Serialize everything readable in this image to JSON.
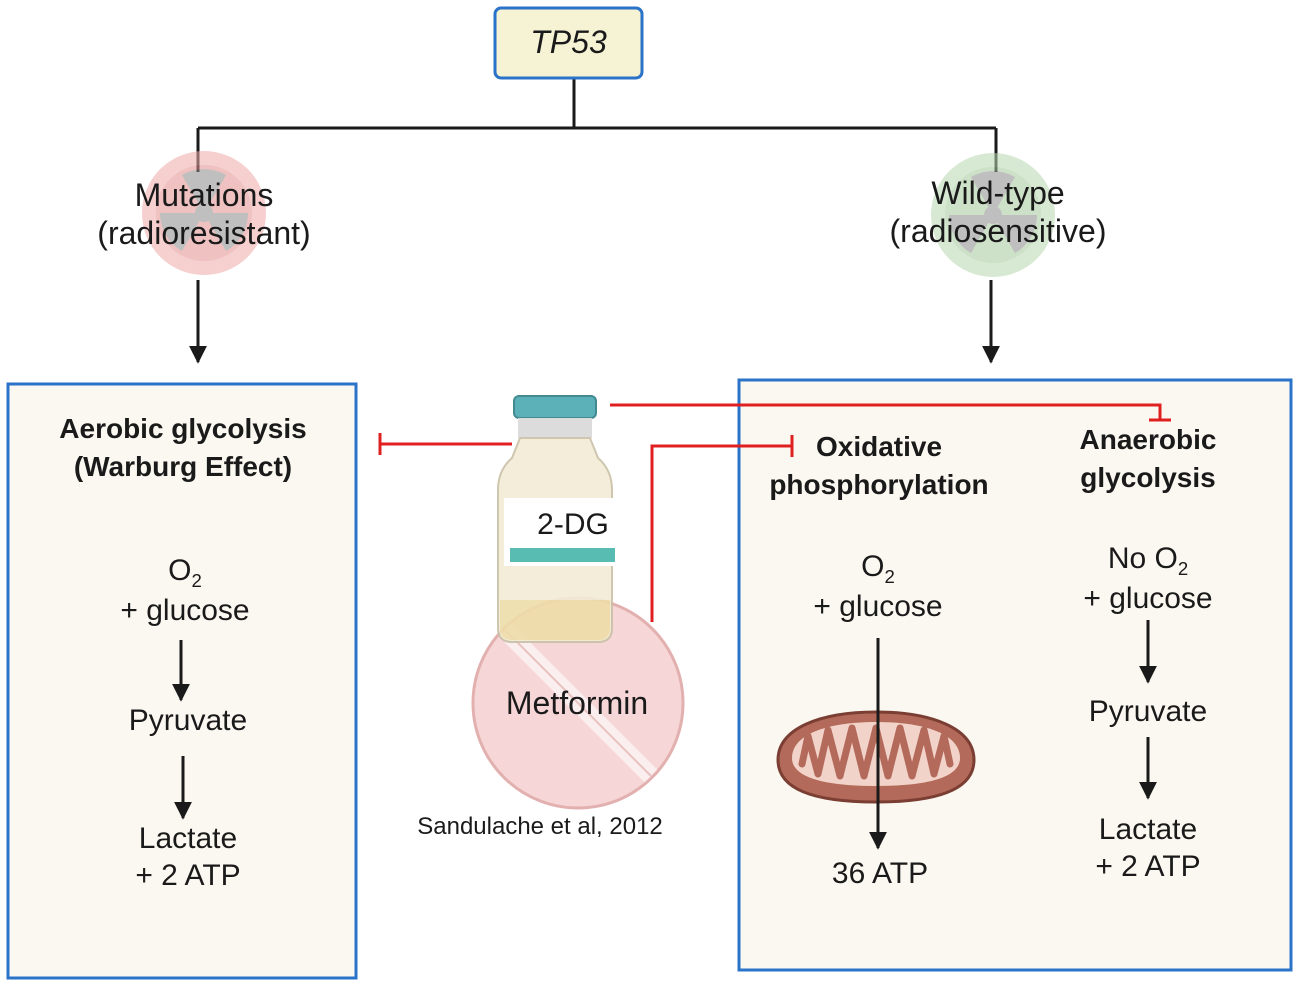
{
  "root": {
    "label": "TP53"
  },
  "branches": {
    "mutant": {
      "line1": "Mutations",
      "line2": "(radioresistant)",
      "icon": "radiation-icon",
      "color": "#f0a8a8"
    },
    "wildtype": {
      "line1": "Wild-type",
      "line2": "(radiosensitive)",
      "icon": "radiation-icon",
      "color": "#b8d8b0"
    }
  },
  "left_box": {
    "title_line1": "Aerobic glycolysis",
    "title_line2": "(Warburg Effect)",
    "input_o2": "O",
    "o2_subscript": "2",
    "input_glucose": "+ glucose",
    "step2": "Pyruvate",
    "step3_line1": "Lactate",
    "step3_line2": "+ 2 ATP"
  },
  "drugs": {
    "vial_label": "2-DG",
    "pill_label": "Metformin",
    "citation": "Sandulache et al, 2012",
    "inhibit_color": "#e02020"
  },
  "right_box": {
    "oxphos": {
      "title_line1": "Oxidative",
      "title_line2": "phosphorylation",
      "input_o2": "O",
      "o2_subscript": "2",
      "input_glucose": "+ glucose",
      "icon": "mitochondrion-icon",
      "output": "36 ATP"
    },
    "anaerobic": {
      "title_line1": "Anaerobic",
      "title_line2": "glycolysis",
      "input_no_o2": "No O",
      "o2_subscript": "2",
      "input_glucose": "+ glucose",
      "step2": "Pyruvate",
      "step3_line1": "Lactate",
      "step3_line2": "+ 2 ATP"
    }
  },
  "colors": {
    "box_border": "#2a73c9",
    "box_fill": "#fbf8f1",
    "root_fill": "#f6f2d4",
    "arrow": "#1a1a1a"
  }
}
